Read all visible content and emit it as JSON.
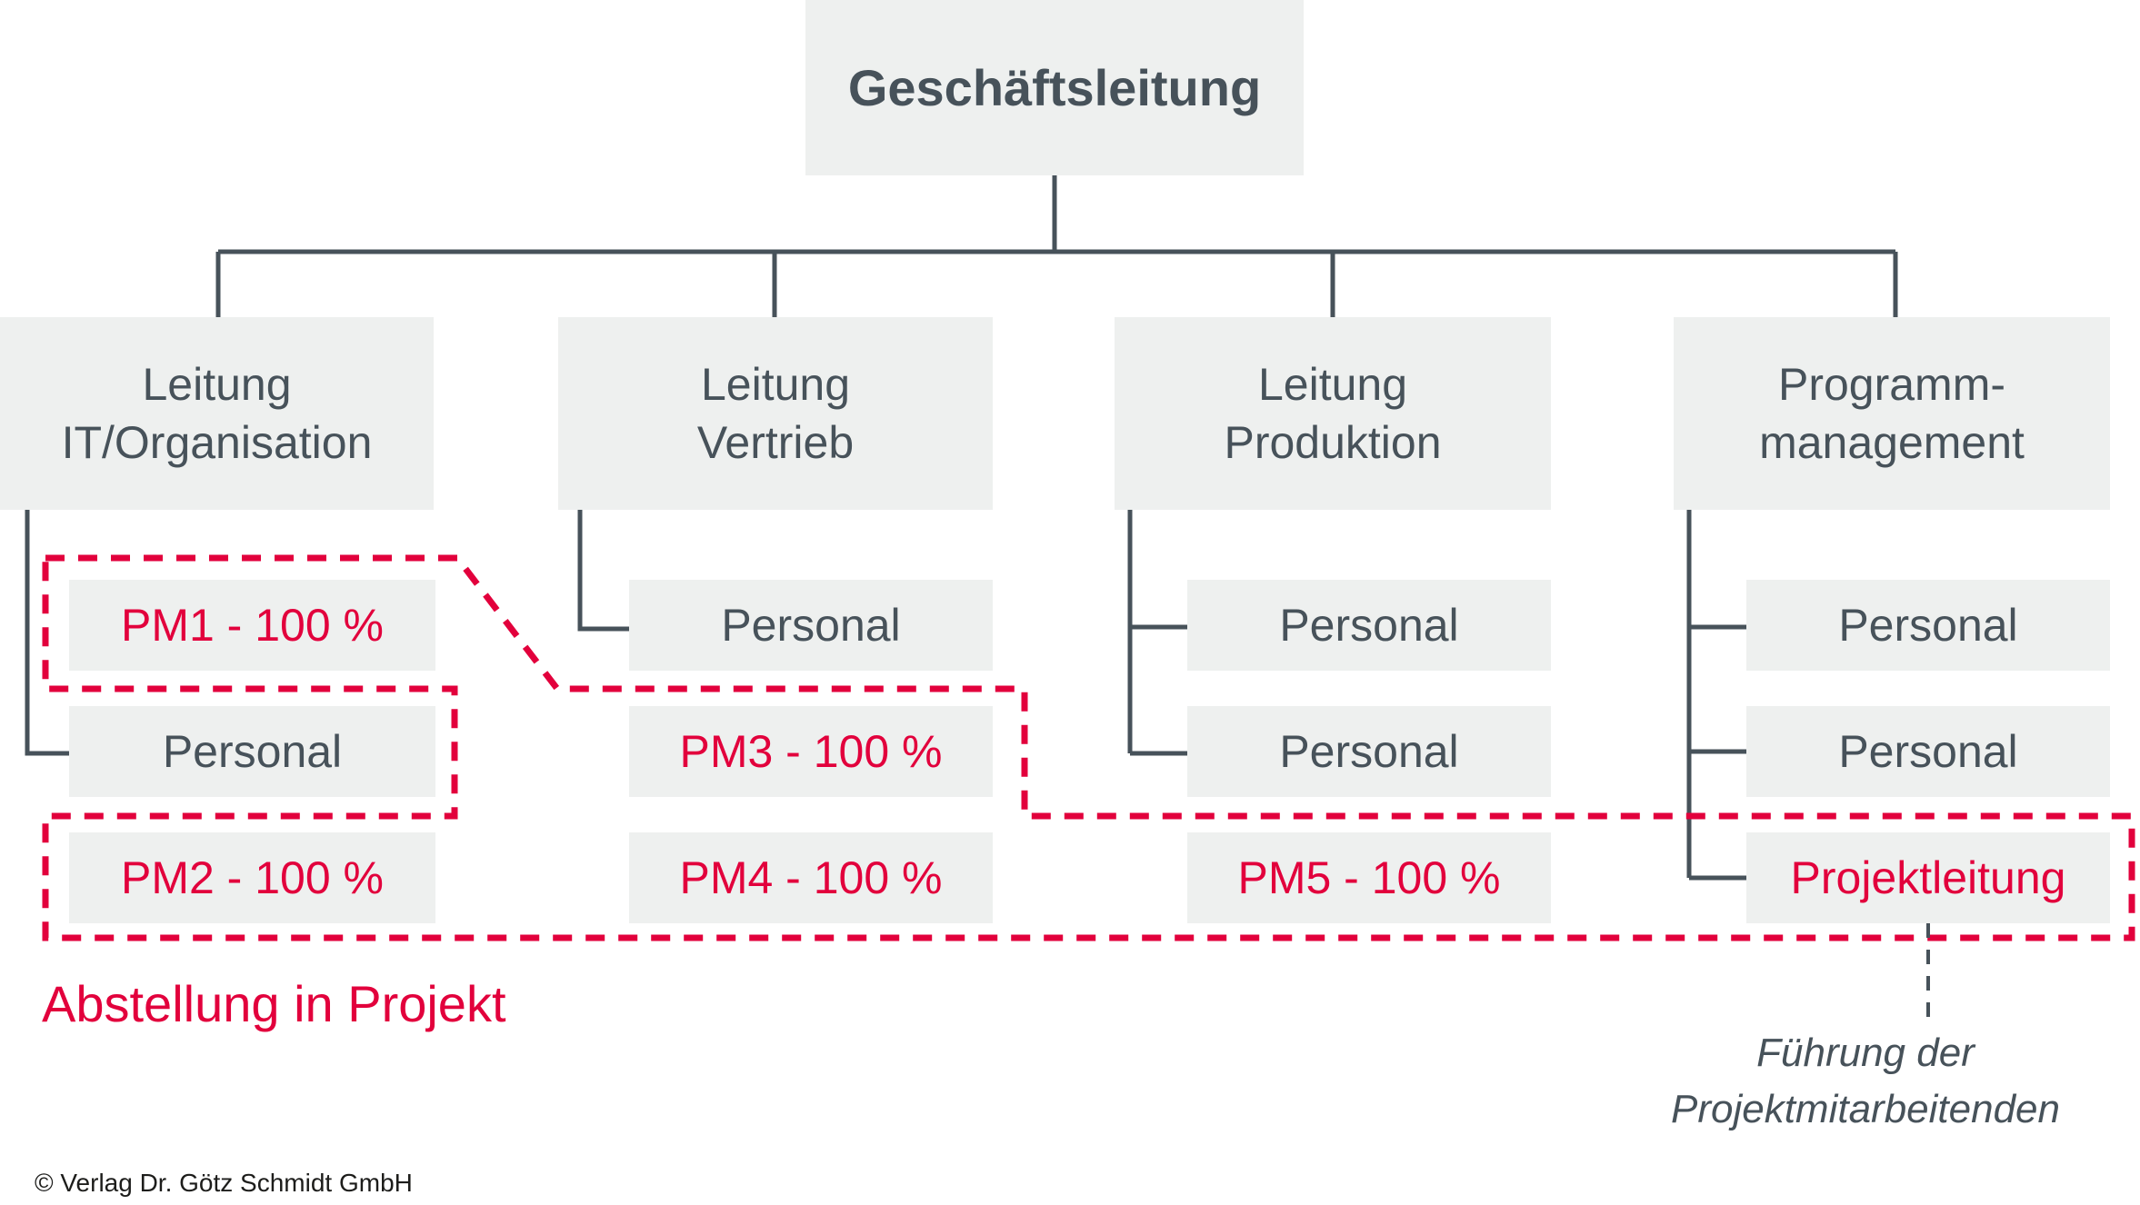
{
  "palette": {
    "box_bg": "#eef0ef",
    "dark_slate": "#47525a",
    "accent_red": "#e2003c",
    "copyright_black": "#1d1d1b"
  },
  "root": {
    "label": "Geschäftsleitung"
  },
  "columns": [
    {
      "line1": "Leitung",
      "line2": "IT/Organisation",
      "children": [
        "PM1 - 100 %",
        "Personal",
        "PM2 - 100 %"
      ]
    },
    {
      "line1": "Leitung",
      "line2": "Vertrieb",
      "children": [
        "Personal",
        "PM3 - 100 %",
        "PM4 - 100 %"
      ]
    },
    {
      "line1": "Leitung",
      "line2": "Produktion",
      "children": [
        "Personal",
        "Personal",
        "PM5 - 100 %"
      ]
    },
    {
      "line1": "Programm-",
      "line2": "management",
      "children": [
        "Personal",
        "Personal",
        "Projektleitung"
      ]
    }
  ],
  "annotations": {
    "secondment_label": "Abstellung in Projekt",
    "leadership_note_line1": "Führung der",
    "leadership_note_line2": "Projektmitarbeitenden",
    "copyright": "© Verlag Dr. Götz Schmidt GmbH"
  }
}
